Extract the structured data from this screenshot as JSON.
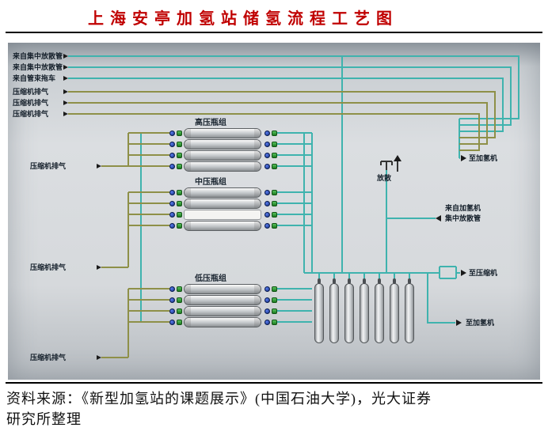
{
  "title": "上海安亭加氢站储氢流程工艺图",
  "diagram": {
    "top_left_labels": [
      "来自集中放散管",
      "来自集中放散管",
      "来自管束拖车",
      "压缩机排气",
      "压缩机排气",
      "压缩机排气"
    ],
    "group_labels": {
      "high": "高压瓶组",
      "medium": "中压瓶组",
      "low": "低压瓶组"
    },
    "left_labels": [
      "压缩机排气",
      "压缩机排气",
      "压缩机排气"
    ],
    "right_labels": {
      "to_dispenser_top": "至加氢机",
      "vent": "放散",
      "from_dispenser_line1": "来自加氢机",
      "from_dispenser_line2": "集中放散管",
      "to_compressor": "至压缩机",
      "to_dispenser_bottom": "至加氢机"
    },
    "colors": {
      "title_red": "#c00000",
      "pipe_teal": "#3fb3ae",
      "pipe_olive": "#8e9048",
      "valve_blue": "#1d3f9e",
      "valve_green": "#2f9e33"
    }
  },
  "footer": {
    "line1": "资料来源：《新型加氢站的课题展示》(中国石油大学)，光大证券",
    "line2": "研究所整理"
  }
}
